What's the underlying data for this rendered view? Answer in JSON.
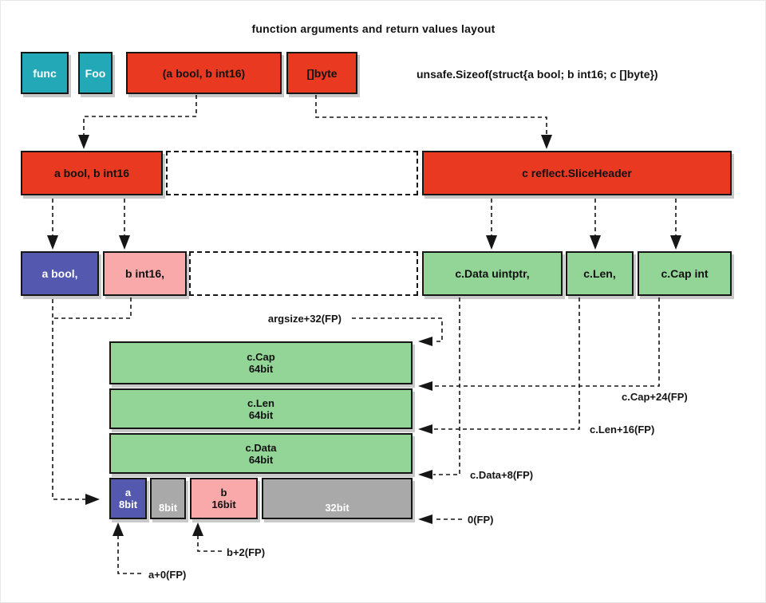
{
  "title": "function arguments and return values layout",
  "sizeof_note": "unsafe.Sizeof(struct{a bool; b int16; c []byte})",
  "colors": {
    "teal": "#23a8b8",
    "red": "#e93a21",
    "purple": "#5558af",
    "pink": "#f9a9aa",
    "green": "#92d596",
    "gray": "#a9a9a9",
    "shadow": "#c9c9c9",
    "line": "#161616"
  },
  "call_row": {
    "func_keyword": "func",
    "func_name": "Foo",
    "args_tuple": "(a bool, b int16)",
    "return_type": "[]byte"
  },
  "args_row": {
    "args_group": "a bool, b int16",
    "slice_header": "c reflect.SliceHeader"
  },
  "fields_row": {
    "a": "a bool,",
    "b": "b int16,",
    "data": "c.Data uintptr,",
    "len": "c.Len,",
    "cap": "c.Cap int"
  },
  "stack": {
    "frames": [
      {
        "name": "c.Cap",
        "size": "64bit"
      },
      {
        "name": "c.Len",
        "size": "64bit"
      },
      {
        "name": "c.Data",
        "size": "64bit"
      }
    ],
    "bottom": [
      {
        "name": "a",
        "size": "8bit"
      },
      {
        "name": "",
        "size": "8bit"
      },
      {
        "name": "b",
        "size": "16bit"
      },
      {
        "name": "",
        "size": "32bit"
      }
    ]
  },
  "offsets": {
    "argsize": "argsize+32(FP)",
    "cap": "c.Cap+24(FP)",
    "len": "c.Len+16(FP)",
    "data": "c.Data+8(FP)",
    "zero": "0(FP)",
    "b": "b+2(FP)",
    "a": "a+0(FP)"
  }
}
